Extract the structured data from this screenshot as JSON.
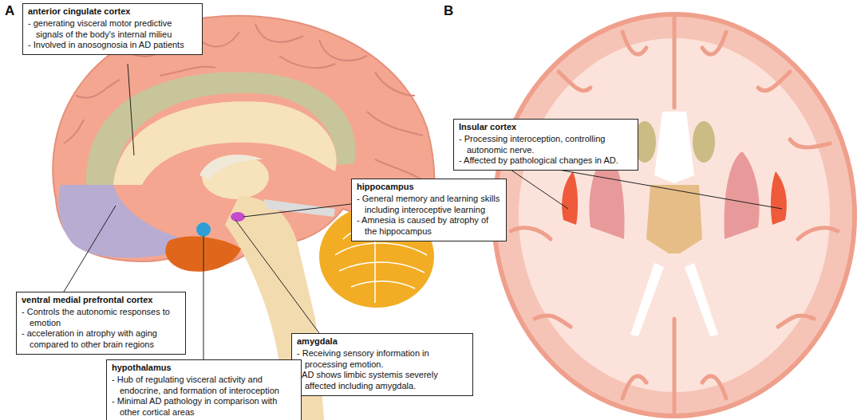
{
  "diagram": {
    "nodes": [
      {
        "text": [
          "anterior cingulate cortex",
          "- generating visceral motor predictive signals of the body's internal milieu",
          "- Involved in anosognosia in AD patients"
        ]
      },
      {
        "text": [
          "Insular cortex",
          "- Processing interoception, controlling autonomic nerve.",
          "- Affected by pathological changes in AD."
        ]
      },
      {
        "text": [
          "hippocampus",
          "- General memory and learning skills including interoceptive learning",
          "- Amnesia is caused by atrophy of the hippocampus"
        ]
      },
      {
        "text": [
          "ventral medial prefrontal cortex",
          "- Controls the autonomic responses to emotion",
          "- acceleration in atrophy with aging compared to other brain regions"
        ]
      },
      {
        "text": [
          "amygdala",
          "- Receiving sensory information in processing emotion.",
          "- AD shows limbic systemis severely affected including amygdala."
        ]
      },
      {
        "text": [
          "hypothalamus",
          "- Hub of regulating visceral activity and endocrine, and formation of interoception",
          "- Minimal AD pathology in comparison with other cortical areas"
        ]
      }
    ],
    "labels": [
      "A",
      "B"
    ]
  }
}
